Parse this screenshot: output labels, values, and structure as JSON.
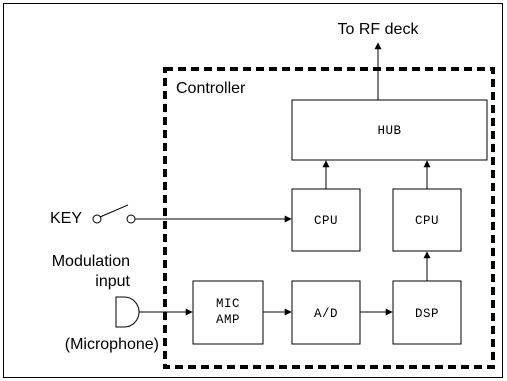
{
  "labels": {
    "rf_deck": "To RF deck",
    "controller": "Controller",
    "key": "KEY",
    "modulation": "Modulation",
    "input": "input",
    "microphone": "(Microphone)"
  },
  "blocks": {
    "hub": "HUB",
    "cpu_left": "CPU",
    "cpu_right": "CPU",
    "mic_amp_line1": "MIC",
    "mic_amp_line2": "AMP",
    "ad": "A/D",
    "dsp": "DSP"
  }
}
